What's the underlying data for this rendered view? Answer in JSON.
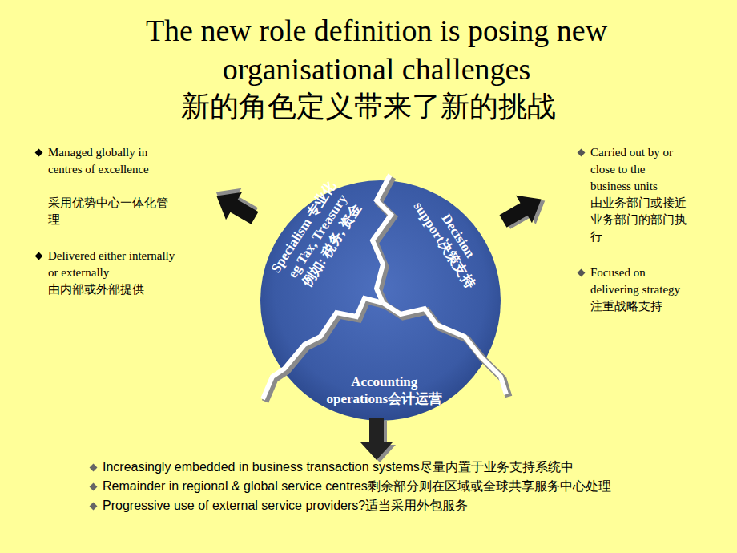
{
  "diagram": {
    "title": "The new role definition is posing new organisational challenges",
    "nodes": [
      {
        "text": [
          "Specialism 专业化",
          "eg Tax, Treasury",
          "例如: 税务, 资金"
        ]
      },
      {
        "text": [
          "Decision",
          "support决策支持"
        ]
      },
      {
        "text": [
          "Accounting",
          "operations会计运营"
        ]
      }
    ],
    "labels": [
      "新的角色定义带来了新的挑战",
      "Managed globally in centres of excellence",
      "采用优势中心一体化管理",
      "Delivered either internally or externally",
      "由内部或外部提供",
      "Carried out by or close to the business units",
      "由业务部门或接近业务部门的部门执行",
      "Focused on delivering strategy",
      "注重战略支持",
      "Increasingly embedded in business transaction systems尽量内置于业务支持系统中",
      "Remainder in regional & global service centres剩余部分则在区域或全球共享服务中心处理",
      "Progressive use of external service providers?适当采用外包服务"
    ]
  }
}
